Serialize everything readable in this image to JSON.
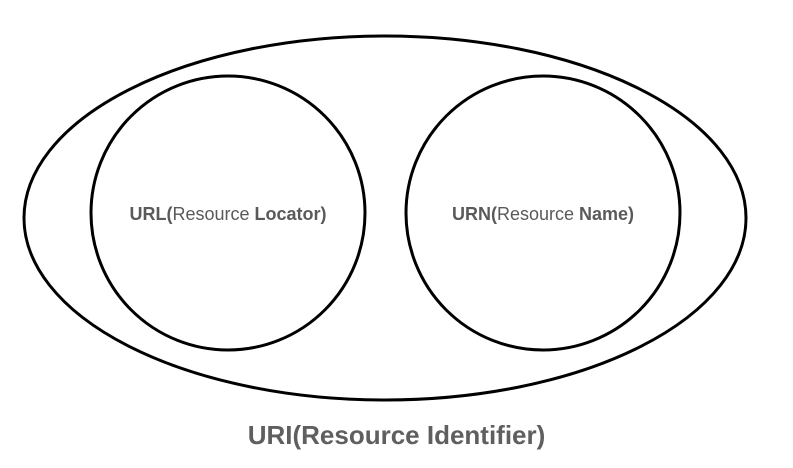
{
  "diagram": {
    "outer_set": {
      "label_bold": "URI(Resource Identifier)"
    },
    "left_set": {
      "prefix_bold": "URL(",
      "middle_normal": "Resource ",
      "suffix_bold": "Locator)"
    },
    "right_set": {
      "prefix_bold": "URN(",
      "middle_normal": "Resource ",
      "suffix_bold": "Name)"
    },
    "colors": {
      "stroke": "#000000",
      "label_text": "#5a5a5a",
      "background": "#ffffff"
    }
  }
}
